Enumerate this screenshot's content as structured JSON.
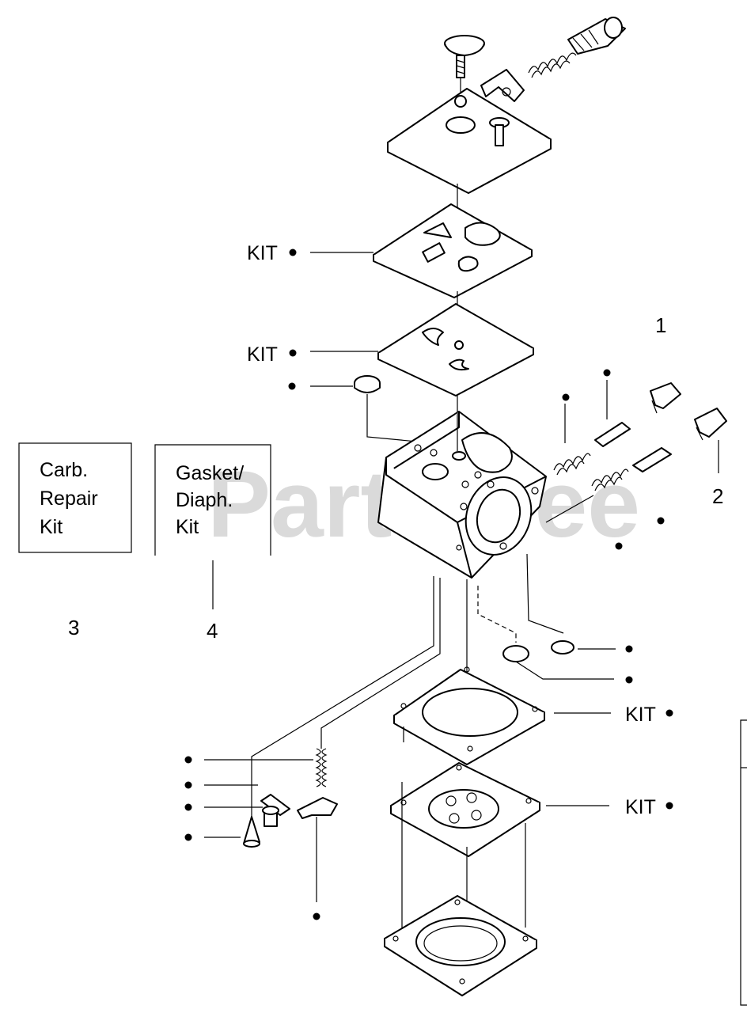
{
  "diagram": {
    "watermark": "PartsTree",
    "kit_label": "KIT",
    "callouts": {
      "one": "1",
      "two": "2",
      "three": "3",
      "four": "4"
    },
    "legend_boxes": [
      {
        "lines": [
          "Carb.",
          "Repair",
          "Kit"
        ]
      },
      {
        "lines": [
          "Gasket/",
          "Diaph.",
          "Kit"
        ]
      }
    ]
  }
}
